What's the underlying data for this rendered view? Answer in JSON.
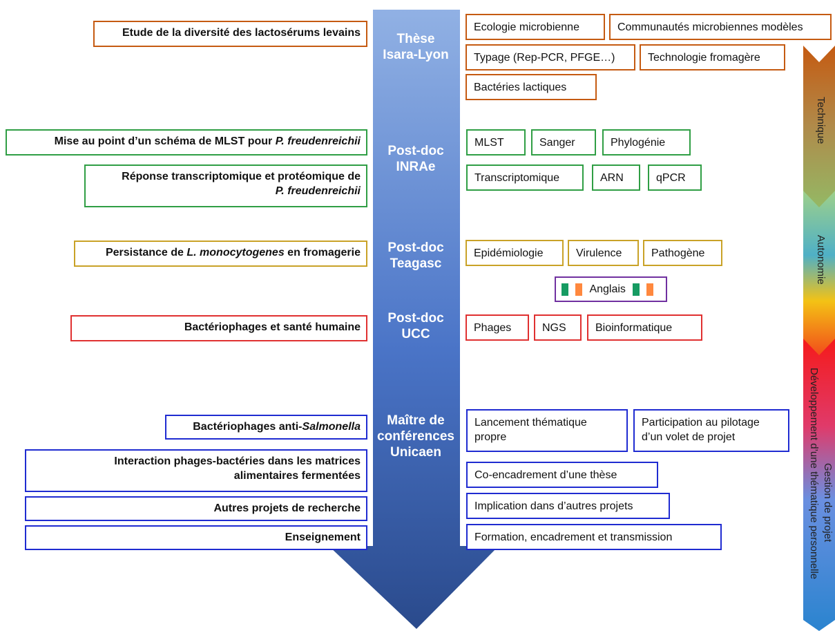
{
  "periods": {
    "these": [
      "Thèse",
      "Isara-Lyon"
    ],
    "postdoc_inrae": [
      "Post-doc",
      "INRAe"
    ],
    "postdoc_teagasc": [
      "Post-doc",
      "Teagasc"
    ],
    "postdoc_ucc": [
      "Post-doc",
      "UCC"
    ],
    "mcf": [
      "Maître de",
      "conférences",
      "Unicaen"
    ]
  },
  "projects": {
    "lactoserums": "Etude de la diversité des lactosérums levains",
    "mlst_prefix": "Mise au point d’un schéma de MLST pour ",
    "mlst_species": "P. freudenreichii",
    "transcripto_line1": "Réponse transcriptomique et protéomique de",
    "transcripto_species": "P. freudenreichii",
    "listeria_prefix": "Persistance de ",
    "listeria_species": "L. monocytogenes",
    "listeria_suffix": " en fromagerie",
    "phages_sante": "Bactériophages et santé humaine",
    "anti_prefix": "Bactériophages anti-",
    "anti_species": "Salmonella",
    "interaction_line1": "Interaction phages-bactéries dans les matrices",
    "interaction_line2": "alimentaires fermentées",
    "autres": "Autres projets de recherche",
    "enseignement": "Enseignement"
  },
  "skills": {
    "ecologie": "Ecologie microbienne",
    "communautes": "Communautés microbiennes modèles",
    "typage": "Typage (Rep-PCR, PFGE…)",
    "technologie": "Technologie fromagère",
    "lactiques": "Bactéries lactiques",
    "mlst": "MLST",
    "sanger": "Sanger",
    "phylogenie": "Phylogénie",
    "transcriptomique": "Transcriptomique",
    "arn": "ARN",
    "qpcr": "qPCR",
    "epidemiologie": "Epidémiologie",
    "virulence": "Virulence",
    "pathogene": "Pathogène",
    "anglais": "Anglais",
    "phages": "Phages",
    "ngs": "NGS",
    "bioinformatique": "Bioinformatique",
    "lancement": "Lancement thématique propre",
    "participation": "Participation au pilotage d’un volet de projet",
    "coencadrement": "Co-encadrement d’une thèse",
    "implication": "Implication dans d’autres projets",
    "formation": "Formation, encadrement et transmission"
  },
  "competence_axis": {
    "technique": "Technique",
    "autonomie": "Autonomie",
    "gestion": "Gestion de projet",
    "developpement": "Développement d’une thématique personnelle"
  },
  "colors": {
    "these": "#c55a11",
    "inrae": "#2f9e44",
    "teagasc": "#c9a227",
    "ucc": "#e03030",
    "unicaen": "#1f2bd1",
    "langue": "#7030a0",
    "arrow_top": "#8fb0e3",
    "arrow_bottom": "#2b4f93"
  }
}
